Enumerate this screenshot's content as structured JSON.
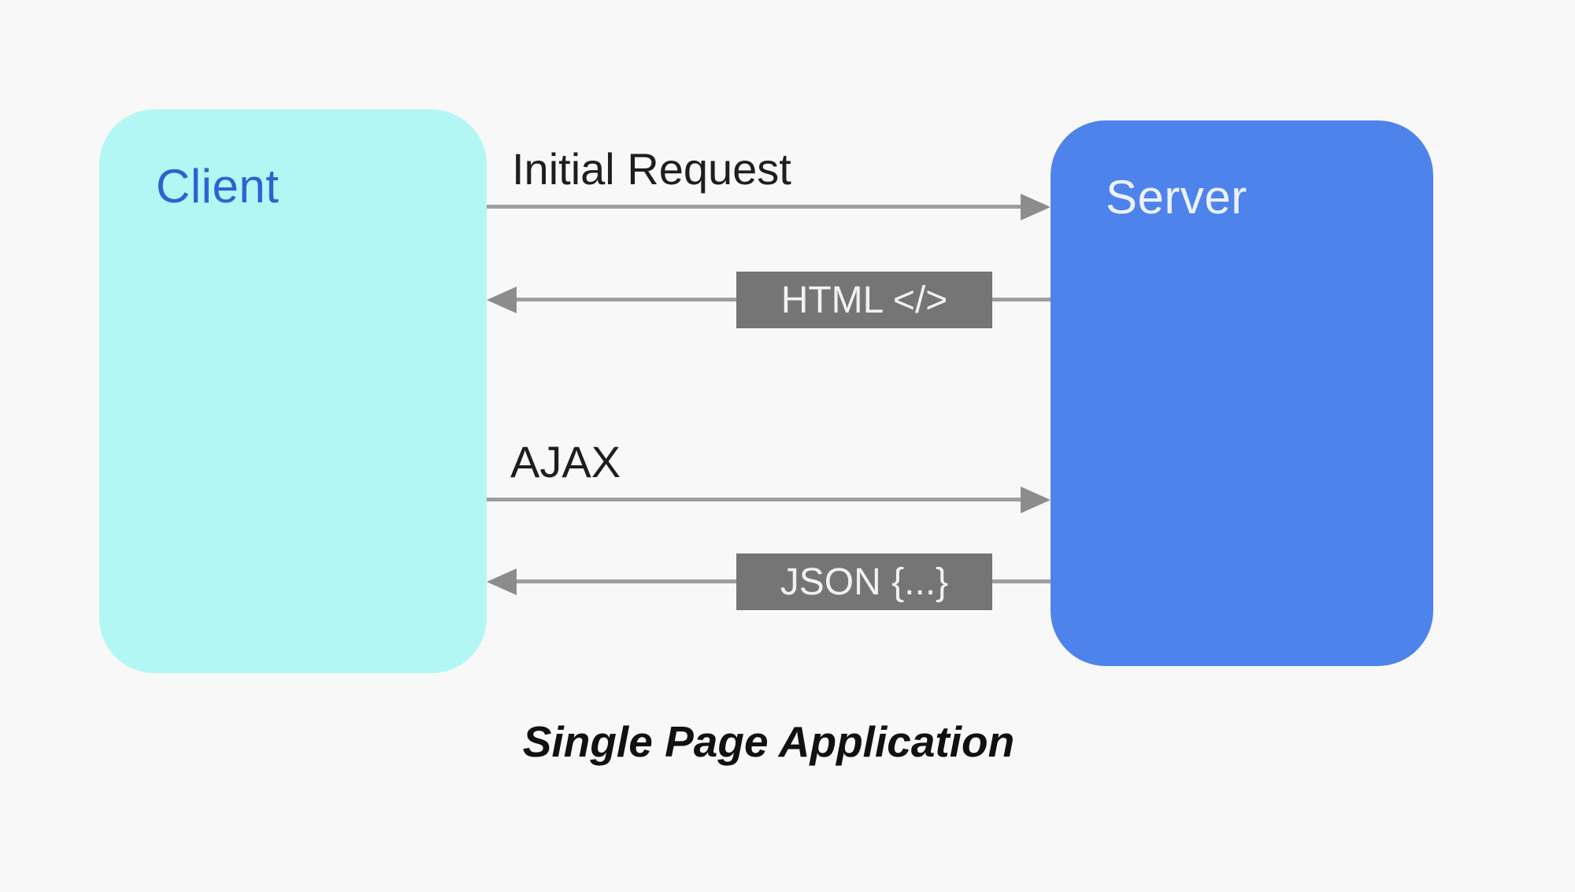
{
  "diagram": {
    "caption": "Single Page Application",
    "nodes": {
      "client": {
        "label": "Client"
      },
      "server": {
        "label": "Server"
      }
    },
    "flows": [
      {
        "id": "initial-request",
        "label": "Initial Request",
        "direction": "client-to-server",
        "label_style": "plain"
      },
      {
        "id": "html-response",
        "label": "HTML </>",
        "direction": "server-to-client",
        "label_style": "boxed"
      },
      {
        "id": "ajax-request",
        "label": "AJAX",
        "direction": "client-to-server",
        "label_style": "plain"
      },
      {
        "id": "json-response",
        "label": "JSON {...}",
        "direction": "server-to-client",
        "label_style": "boxed"
      }
    ]
  },
  "colors": {
    "background": "#F8F8F8",
    "client_fill": "#B2F7F4",
    "client_text": "#2E62D2",
    "server_fill": "#4E83EB",
    "server_text": "#ECF2FD",
    "flow_line": "#9E9E9E",
    "flow_arrowhead": "#8C8C8C",
    "boxed_label_fill": "#757575",
    "boxed_label_text": "#F1F1F1",
    "flow_label_text": "#1E1E1E",
    "caption_text": "#111111"
  }
}
